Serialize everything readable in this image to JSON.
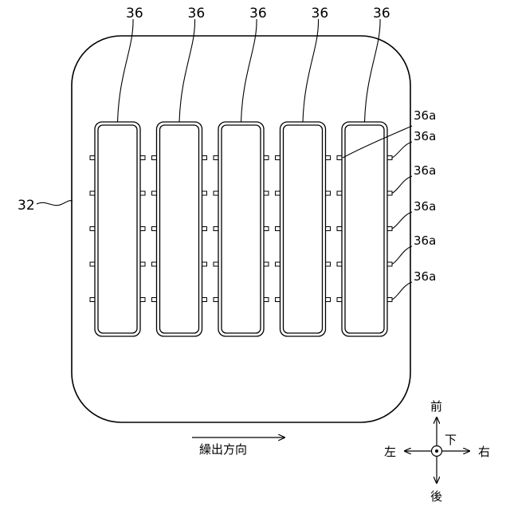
{
  "figure": {
    "panel_label": "32",
    "unit_label": "36",
    "tab_label": "36a",
    "unit_count": 5,
    "tab_rows": 5,
    "feed_direction": "繰出方向",
    "compass": {
      "front": "前",
      "back": "後",
      "left": "左",
      "right": "右",
      "down": "下"
    }
  }
}
